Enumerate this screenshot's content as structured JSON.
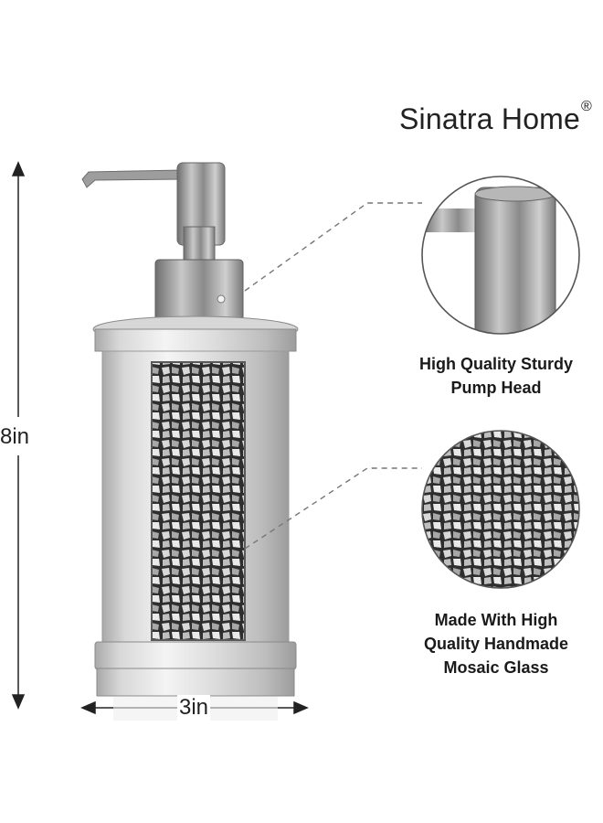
{
  "brand": {
    "name": "Sinatra Home",
    "mark": "®"
  },
  "dimensions": {
    "height": "8in",
    "width": "3in"
  },
  "callouts": [
    {
      "lines": [
        "High Quality Sturdy",
        "Pump Head"
      ]
    },
    {
      "lines": [
        "Made With High",
        "Quality Handmade",
        "Mosaic Glass"
      ]
    }
  ],
  "colors": {
    "metal": "#c9c9c9",
    "metal_dark": "#8f8f8f",
    "mosaic": "#3a3a3a",
    "dash": "#777777"
  }
}
